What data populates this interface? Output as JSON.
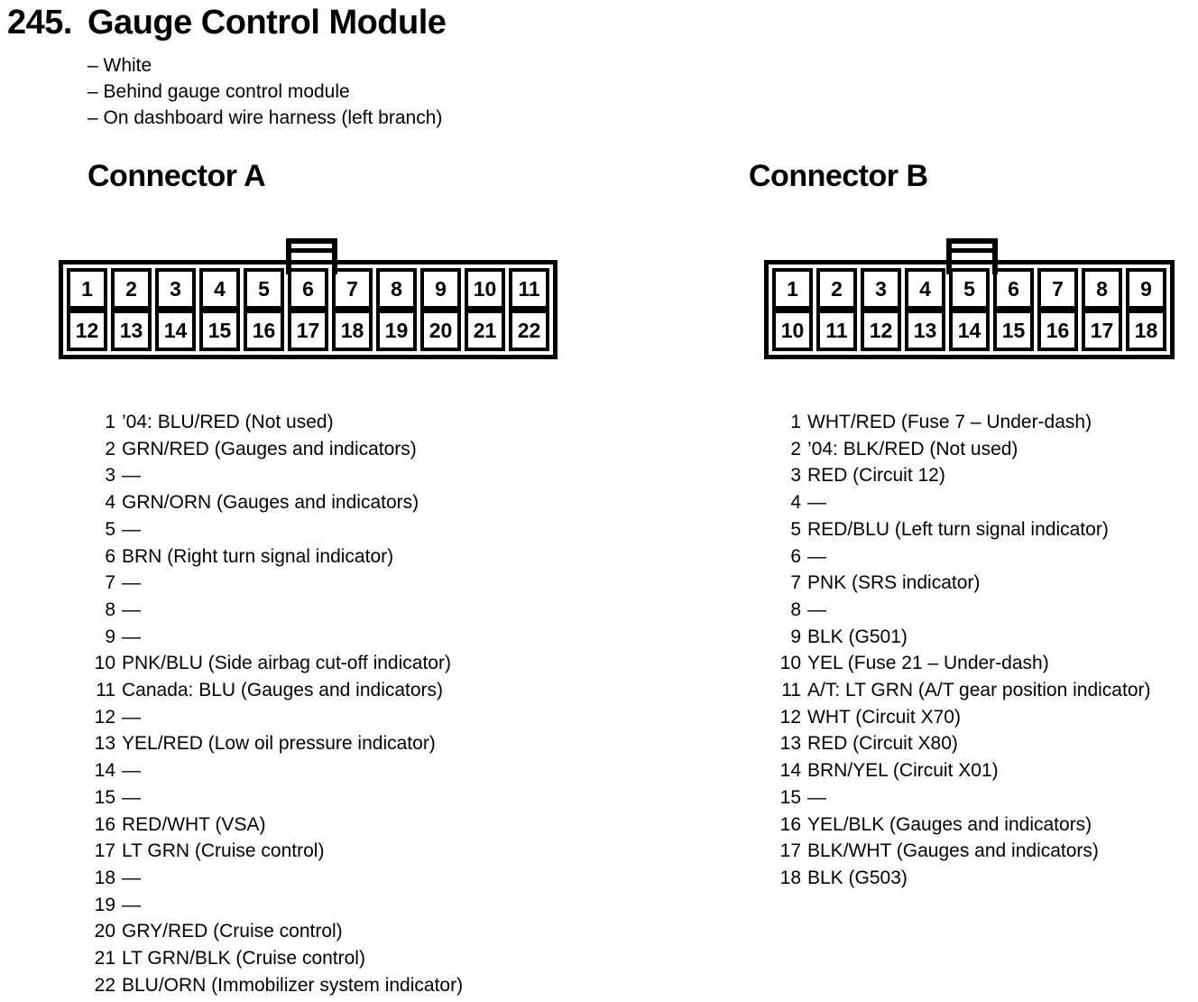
{
  "page": {
    "number": "245.",
    "title": "Gauge Control Module",
    "notes": [
      "– White",
      "– Behind gauge control module",
      "– On dashboard wire harness (left branch)"
    ]
  },
  "connector_a": {
    "heading": "Connector A",
    "grid_row1": [
      "1",
      "2",
      "3",
      "4",
      "5",
      "6",
      "7",
      "8",
      "9",
      "10",
      "11"
    ],
    "grid_row2": [
      "12",
      "13",
      "14",
      "15",
      "16",
      "17",
      "18",
      "19",
      "20",
      "21",
      "22"
    ],
    "pins": [
      {
        "num": "1",
        "desc": "’04: BLU/RED (Not used)"
      },
      {
        "num": "2",
        "desc": "GRN/RED (Gauges and indicators)"
      },
      {
        "num": "3",
        "desc": "—"
      },
      {
        "num": "4",
        "desc": "GRN/ORN (Gauges and indicators)"
      },
      {
        "num": "5",
        "desc": "—"
      },
      {
        "num": "6",
        "desc": "BRN (Right turn signal indicator)"
      },
      {
        "num": "7",
        "desc": "—"
      },
      {
        "num": "8",
        "desc": "—"
      },
      {
        "num": "9",
        "desc": "—"
      },
      {
        "num": "10",
        "desc": "PNK/BLU (Side airbag cut-off indicator)"
      },
      {
        "num": "11",
        "desc": "Canada: BLU (Gauges and indicators)"
      },
      {
        "num": "12",
        "desc": "—"
      },
      {
        "num": "13",
        "desc": "YEL/RED (Low oil pressure indicator)"
      },
      {
        "num": "14",
        "desc": "—"
      },
      {
        "num": "15",
        "desc": "—"
      },
      {
        "num": "16",
        "desc": "RED/WHT (VSA)"
      },
      {
        "num": "17",
        "desc": "LT GRN (Cruise control)"
      },
      {
        "num": "18",
        "desc": "—"
      },
      {
        "num": "19",
        "desc": "—"
      },
      {
        "num": "20",
        "desc": "GRY/RED (Cruise control)"
      },
      {
        "num": "21",
        "desc": "LT GRN/BLK (Cruise control)"
      },
      {
        "num": "22",
        "desc": "BLU/ORN (Immobilizer system indicator)"
      }
    ]
  },
  "connector_b": {
    "heading": "Connector B",
    "grid_row1": [
      "1",
      "2",
      "3",
      "4",
      "5",
      "6",
      "7",
      "8",
      "9"
    ],
    "grid_row2": [
      "10",
      "11",
      "12",
      "13",
      "14",
      "15",
      "16",
      "17",
      "18"
    ],
    "pins": [
      {
        "num": "1",
        "desc": "WHT/RED (Fuse 7 – Under-dash)"
      },
      {
        "num": "2",
        "desc": "’04: BLK/RED (Not used)"
      },
      {
        "num": "3",
        "desc": "RED (Circuit 12)"
      },
      {
        "num": "4",
        "desc": "—"
      },
      {
        "num": "5",
        "desc": "RED/BLU (Left turn signal indicator)"
      },
      {
        "num": "6",
        "desc": "—"
      },
      {
        "num": "7",
        "desc": "PNK (SRS indicator)"
      },
      {
        "num": "8",
        "desc": "—"
      },
      {
        "num": "9",
        "desc": "BLK (G501)"
      },
      {
        "num": "10",
        "desc": "YEL (Fuse 21 – Under-dash)"
      },
      {
        "num": "11",
        "desc": "A/T: LT GRN (A/T gear position indicator)"
      },
      {
        "num": "12",
        "desc": "WHT (Circuit X70)"
      },
      {
        "num": "13",
        "desc": "RED (Circuit X80)"
      },
      {
        "num": "14",
        "desc": "BRN/YEL (Circuit X01)"
      },
      {
        "num": "15",
        "desc": "—"
      },
      {
        "num": "16",
        "desc": "YEL/BLK (Gauges and indicators)"
      },
      {
        "num": "17",
        "desc": "BLK/WHT (Gauges and indicators)"
      },
      {
        "num": "18",
        "desc": "BLK (G503)"
      }
    ]
  },
  "colors": {
    "ink": "#000000",
    "paper": "#ffffff"
  }
}
